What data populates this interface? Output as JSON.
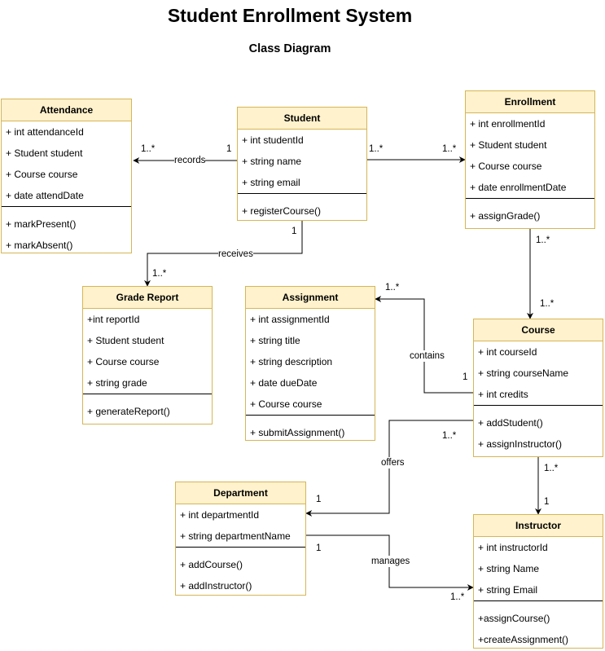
{
  "title": "Student Enrollment System",
  "subtitle": "Class Diagram",
  "classes": {
    "attendance": {
      "name": "Attendance",
      "attributes": [
        "+ int attendanceId",
        "+ Student student",
        "+ Course course",
        "+ date attendDate"
      ],
      "methods": [
        "+ markPresent()",
        "+ markAbsent()"
      ]
    },
    "student": {
      "name": "Student",
      "attributes": [
        "+ int studentId",
        "+ string name",
        "+ string email"
      ],
      "methods": [
        "+ registerCourse()"
      ]
    },
    "enrollment": {
      "name": "Enrollment",
      "attributes": [
        "+ int enrollmentId",
        "+ Student student",
        "+ Course course",
        "+ date enrollmentDate"
      ],
      "methods": [
        "+ assignGrade()"
      ]
    },
    "grade_report": {
      "name": "Grade Report",
      "attributes": [
        "+int reportId",
        "+ Student student",
        "+ Course course",
        "+ string grade"
      ],
      "methods": [
        "+ generateReport()"
      ]
    },
    "assignment": {
      "name": "Assignment",
      "attributes": [
        "+ int assignmentId",
        "+ string title",
        "+ string description",
        "+ date dueDate",
        "+ Course course"
      ],
      "methods": [
        "+ submitAssignment()"
      ]
    },
    "course": {
      "name": "Course",
      "attributes": [
        "+ int courseId",
        "+ string courseName",
        "+ int credits"
      ],
      "methods": [
        "+ addStudent()",
        "+ assignInstructor()"
      ]
    },
    "department": {
      "name": "Department",
      "attributes": [
        "+ int departmentId",
        "+ string departmentName"
      ],
      "methods": [
        "+ addCourse()",
        "+ addInstructor()"
      ]
    },
    "instructor": {
      "name": "Instructor",
      "attributes": [
        "+ int instructorId",
        "+ string Name",
        "+ string Email"
      ],
      "methods": [
        "+assignCourse()",
        "+createAssignment()"
      ]
    }
  },
  "relations": {
    "records": {
      "label": "records",
      "source_mult": "1",
      "target_mult": "1..*"
    },
    "student_enrollment": {
      "source_mult": "1..*",
      "target_mult": "1..*"
    },
    "receives": {
      "label": "receives",
      "source_mult": "1",
      "target_mult": "1..*"
    },
    "enrollment_course": {
      "source_mult": "1..*",
      "target_mult": "1..*"
    },
    "contains": {
      "label": "contains",
      "source_mult": "1",
      "target_mult": "1..*"
    },
    "offers": {
      "label": "offers",
      "source_mult": "1..*",
      "target_mult": "1"
    },
    "course_instructor": {
      "source_mult": "1..*",
      "target_mult": "1"
    },
    "manages": {
      "label": "manages",
      "source_mult": "1",
      "target_mult": "1..*"
    }
  }
}
